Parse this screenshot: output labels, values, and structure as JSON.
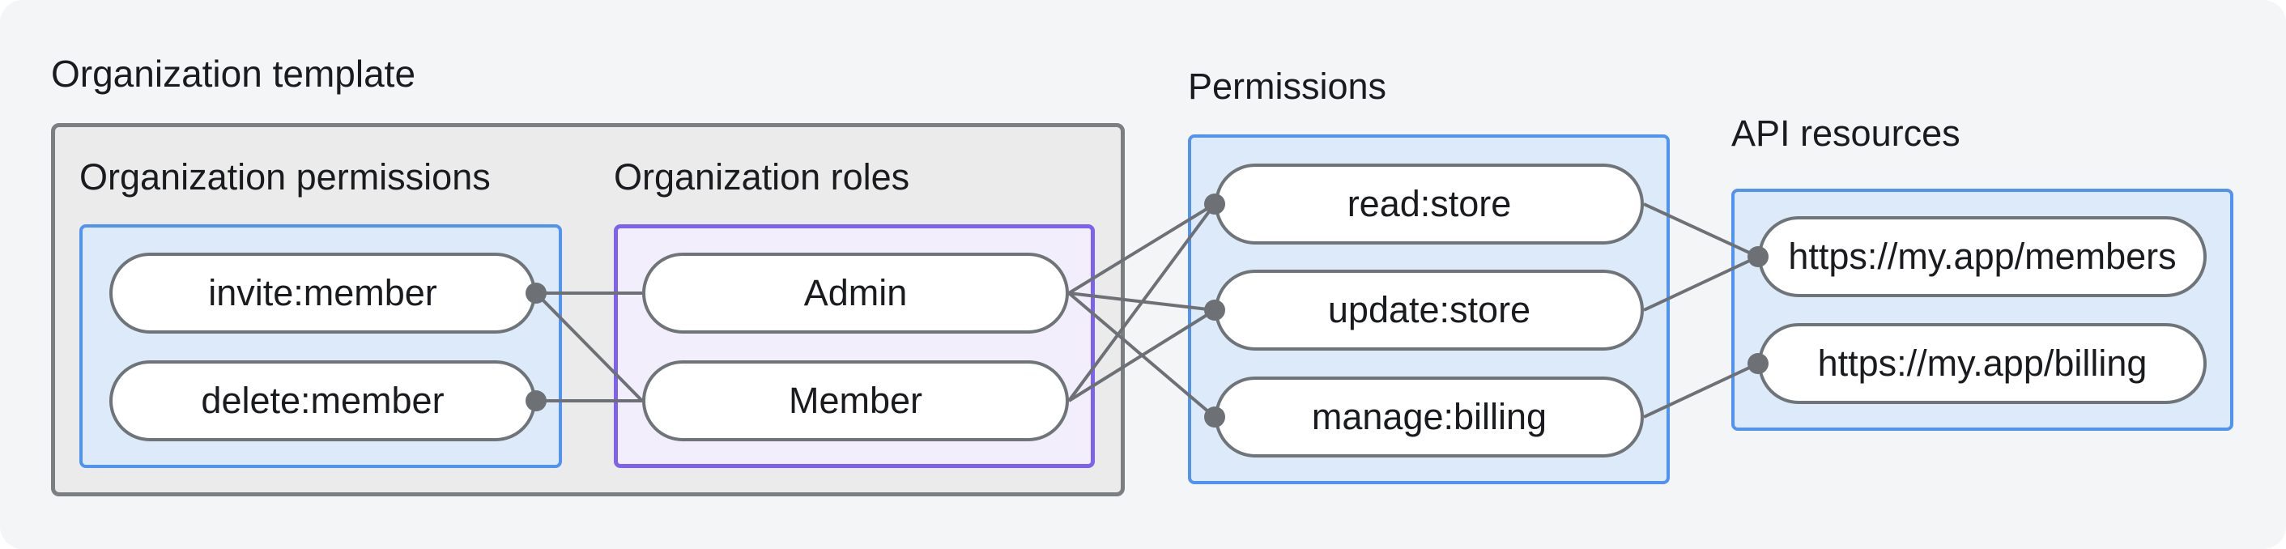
{
  "title": "Organization template",
  "sections": {
    "org_permissions": {
      "label": "Organization permissions",
      "nodes": [
        {
          "id": "invite",
          "label": "invite:member"
        },
        {
          "id": "delete",
          "label": "delete:member"
        }
      ]
    },
    "org_roles": {
      "label": "Organization roles",
      "nodes": [
        {
          "id": "admin",
          "label": "Admin"
        },
        {
          "id": "member",
          "label": "Member"
        }
      ]
    },
    "permissions": {
      "label": "Permissions",
      "nodes": [
        {
          "id": "read",
          "label": "read:store"
        },
        {
          "id": "update",
          "label": "update:store"
        },
        {
          "id": "manage",
          "label": "manage:billing"
        }
      ]
    },
    "api_resources": {
      "label": "API resources",
      "nodes": [
        {
          "id": "members",
          "label": "https://my.app/members"
        },
        {
          "id": "billing",
          "label": "https://my.app/billing"
        }
      ]
    }
  },
  "edges": [
    [
      "invite",
      "admin"
    ],
    [
      "invite",
      "member"
    ],
    [
      "delete",
      "member"
    ],
    [
      "admin",
      "read"
    ],
    [
      "admin",
      "update"
    ],
    [
      "admin",
      "manage"
    ],
    [
      "member",
      "read"
    ],
    [
      "member",
      "update"
    ],
    [
      "read",
      "members"
    ],
    [
      "update",
      "members"
    ],
    [
      "manage",
      "billing"
    ]
  ],
  "dots": [
    "invite:right",
    "delete:right",
    "read:left",
    "update:left",
    "manage:left",
    "members:left",
    "billing:left"
  ],
  "colors": {
    "bg": "#f4f5f6",
    "text": "#1a1b1e",
    "gray_fill": "#ebebeb",
    "gray_border": "#7c7f82",
    "blue_fill": "#dceafa",
    "blue_border": "#5093f0",
    "purple_fill": "#f3eefb",
    "purple_border": "#7e62ee",
    "pill_border": "#6f7478",
    "edge_line": "#6d7175"
  }
}
